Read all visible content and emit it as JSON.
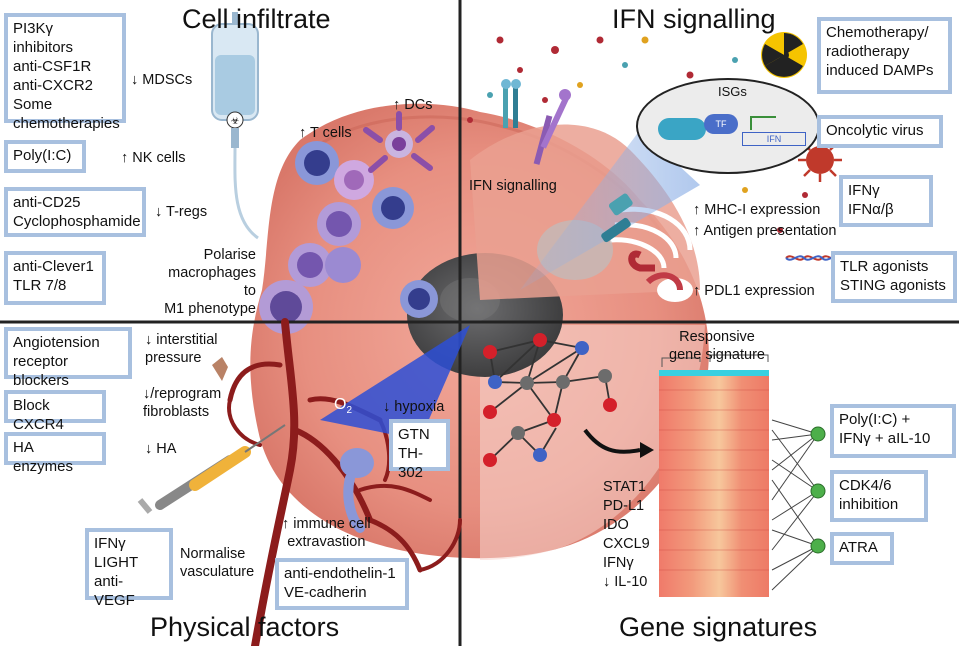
{
  "titles": {
    "cell": "Cell infiltrate",
    "ifn": "IFN signalling",
    "physical": "Physical factors",
    "gene": "Gene signatures"
  },
  "boxes": {
    "pi3k": "PI3Kγ inhibitors\nanti-CSF1R\nanti-CXCR2\nSome\nchemotherapies",
    "polyic": "Poly(I:C)",
    "cd25": "anti-CD25\nCyclophosphamide",
    "clever": "anti-Clever1\nTLR 7/8",
    "angio": "Angiotension\nreceptor blockers",
    "cxcr4": "Block CXCR4",
    "ha": "HA enzymes",
    "ifng_light": "IFNγ\nLIGHT\nanti-VEGF",
    "endothelin": "anti-endothelin-1\nVE-cadherin",
    "gtn": "GTN\nTH-302",
    "chemo": "Chemotherapy/\nradiotherapy\ninduced DAMPs",
    "oncolytic": "Oncolytic virus",
    "ifn_ab": "IFNγ\nIFNα/β",
    "tlr": "TLR agonists\nSTING agonists",
    "poly_combo": "Poly(I:C) +\nIFNγ + aIL-10",
    "cdk": "CDK4/6\ninhibition",
    "atra": "ATRA"
  },
  "labels": {
    "mdsc": "↓ MDSCs",
    "nk": "↑ NK cells",
    "tregs": "↓ T-regs",
    "tcells": "↑ T cells",
    "dcs": "↑ DCs",
    "polarise": "Polarise\nmacrophages to\nM1 phenotype",
    "ifn_sig": "IFN signalling",
    "isgs": "ISGs",
    "tf": "TF",
    "ifn_gene": "IFN",
    "mhc": "↑ MHC-I expression\n↑ Antigen presentation",
    "pdl1": "↑ PDL1 expression",
    "interstitial": "↓ interstitial\npressure",
    "reprogram": "↓/reprogram\nfibroblasts",
    "ha_down": "↓ HA",
    "hypoxia": "↓ hypoxia",
    "o2": "O",
    "o2sub": "2",
    "normalise": "Normalise\nvasculature",
    "extravasation": "↑ immune cell\nextravastion",
    "responsive": "Responsive\ngene signature",
    "genes": "STAT1\nPD-L1\nIDO\nCXCL9\nIFNγ\n↓ IL-10"
  },
  "colors": {
    "box_border": "#a8c0df",
    "cell_pink": "#e99a8c",
    "nucleus": "#4f4f50",
    "vessel": "#8c1c1c",
    "heat_orange": "#f1816c",
    "heat_yellow": "#f6c59a",
    "node_red": "#d4202a",
    "node_blue": "#3f63c5",
    "node_grey": "#6c6c6c",
    "node_green": "#4daf4a"
  }
}
